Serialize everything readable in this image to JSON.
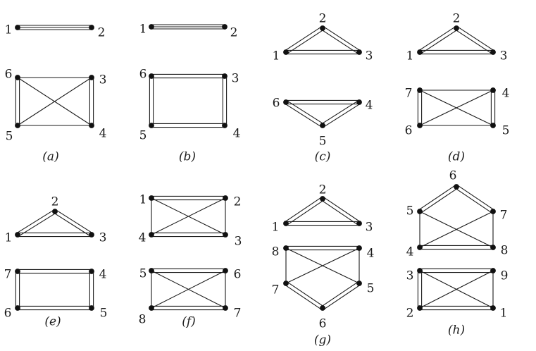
{
  "colors": {
    "ink": "#1a1a1a",
    "background": "#ffffff"
  },
  "panels": [
    {
      "label": "(a)",
      "vertices": [
        {
          "id": "1",
          "label": "1"
        },
        {
          "id": "2",
          "label": "2"
        },
        {
          "id": "3",
          "label": "3"
        },
        {
          "id": "4",
          "label": "4"
        },
        {
          "id": "5",
          "label": "5"
        },
        {
          "id": "6",
          "label": "6"
        }
      ],
      "edges": [
        {
          "from": "1",
          "to": "2",
          "kind": "triple"
        },
        {
          "from": "6",
          "to": "3",
          "kind": "single"
        },
        {
          "from": "5",
          "to": "4",
          "kind": "single"
        },
        {
          "from": "6",
          "to": "5",
          "kind": "double"
        },
        {
          "from": "3",
          "to": "4",
          "kind": "double"
        },
        {
          "from": "6",
          "to": "4",
          "kind": "single"
        },
        {
          "from": "5",
          "to": "3",
          "kind": "single"
        }
      ]
    },
    {
      "label": "(b)",
      "vertices": [
        {
          "id": "1",
          "label": "1"
        },
        {
          "id": "2",
          "label": "2"
        },
        {
          "id": "3",
          "label": "3"
        },
        {
          "id": "4",
          "label": "4"
        },
        {
          "id": "5",
          "label": "5"
        },
        {
          "id": "6",
          "label": "6"
        }
      ],
      "edges": [
        {
          "from": "1",
          "to": "2",
          "kind": "triple"
        },
        {
          "from": "6",
          "to": "3",
          "kind": "double"
        },
        {
          "from": "5",
          "to": "4",
          "kind": "double"
        },
        {
          "from": "6",
          "to": "5",
          "kind": "double"
        },
        {
          "from": "3",
          "to": "4",
          "kind": "double"
        }
      ]
    },
    {
      "label": "(c)",
      "vertices": [
        {
          "id": "1",
          "label": "1"
        },
        {
          "id": "2",
          "label": "2"
        },
        {
          "id": "3",
          "label": "3"
        },
        {
          "id": "4",
          "label": "4"
        },
        {
          "id": "5",
          "label": "5"
        },
        {
          "id": "6",
          "label": "6"
        }
      ],
      "edges": [
        {
          "from": "1",
          "to": "2",
          "kind": "double"
        },
        {
          "from": "2",
          "to": "3",
          "kind": "double"
        },
        {
          "from": "1",
          "to": "3",
          "kind": "double"
        },
        {
          "from": "6",
          "to": "4",
          "kind": "double"
        },
        {
          "from": "6",
          "to": "5",
          "kind": "double"
        },
        {
          "from": "4",
          "to": "5",
          "kind": "double"
        }
      ]
    },
    {
      "label": "(d)",
      "vertices": [
        {
          "id": "1",
          "label": "1"
        },
        {
          "id": "2",
          "label": "2"
        },
        {
          "id": "3",
          "label": "3"
        },
        {
          "id": "4",
          "label": "4"
        },
        {
          "id": "5",
          "label": "5"
        },
        {
          "id": "6",
          "label": "6"
        },
        {
          "id": "7",
          "label": "7"
        }
      ],
      "edges": [
        {
          "from": "1",
          "to": "2",
          "kind": "double"
        },
        {
          "from": "2",
          "to": "3",
          "kind": "double"
        },
        {
          "from": "1",
          "to": "3",
          "kind": "double"
        },
        {
          "from": "7",
          "to": "4",
          "kind": "single"
        },
        {
          "from": "6",
          "to": "5",
          "kind": "single"
        },
        {
          "from": "7",
          "to": "6",
          "kind": "double"
        },
        {
          "from": "4",
          "to": "5",
          "kind": "double"
        },
        {
          "from": "7",
          "to": "5",
          "kind": "single"
        },
        {
          "from": "6",
          "to": "4",
          "kind": "single"
        }
      ]
    },
    {
      "label": "(e)",
      "vertices": [
        {
          "id": "1",
          "label": "1"
        },
        {
          "id": "2",
          "label": "2"
        },
        {
          "id": "3",
          "label": "3"
        },
        {
          "id": "4",
          "label": "4"
        },
        {
          "id": "5",
          "label": "5"
        },
        {
          "id": "6",
          "label": "6"
        },
        {
          "id": "7",
          "label": "7"
        }
      ],
      "edges": [
        {
          "from": "1",
          "to": "2",
          "kind": "double"
        },
        {
          "from": "2",
          "to": "3",
          "kind": "double"
        },
        {
          "from": "1",
          "to": "3",
          "kind": "double"
        },
        {
          "from": "7",
          "to": "4",
          "kind": "double"
        },
        {
          "from": "6",
          "to": "5",
          "kind": "double"
        },
        {
          "from": "7",
          "to": "6",
          "kind": "double"
        },
        {
          "from": "4",
          "to": "5",
          "kind": "double"
        }
      ]
    },
    {
      "label": "(f)",
      "vertices": [
        {
          "id": "1",
          "label": "1"
        },
        {
          "id": "2",
          "label": "2"
        },
        {
          "id": "3",
          "label": "3"
        },
        {
          "id": "4",
          "label": "4"
        },
        {
          "id": "5",
          "label": "5"
        },
        {
          "id": "6",
          "label": "6"
        },
        {
          "id": "7",
          "label": "7"
        },
        {
          "id": "8",
          "label": "8"
        }
      ],
      "edges": [
        {
          "from": "1",
          "to": "2",
          "kind": "double"
        },
        {
          "from": "4",
          "to": "3",
          "kind": "double"
        },
        {
          "from": "1",
          "to": "4",
          "kind": "single"
        },
        {
          "from": "2",
          "to": "3",
          "kind": "single"
        },
        {
          "from": "1",
          "to": "3",
          "kind": "single"
        },
        {
          "from": "4",
          "to": "2",
          "kind": "single"
        },
        {
          "from": "5",
          "to": "6",
          "kind": "double"
        },
        {
          "from": "8",
          "to": "7",
          "kind": "double"
        },
        {
          "from": "5",
          "to": "8",
          "kind": "single"
        },
        {
          "from": "6",
          "to": "7",
          "kind": "single"
        },
        {
          "from": "5",
          "to": "7",
          "kind": "single"
        },
        {
          "from": "8",
          "to": "6",
          "kind": "single"
        }
      ]
    },
    {
      "label": "(g)",
      "vertices": [
        {
          "id": "1",
          "label": "1"
        },
        {
          "id": "2",
          "label": "2"
        },
        {
          "id": "3",
          "label": "3"
        },
        {
          "id": "4",
          "label": "4"
        },
        {
          "id": "5",
          "label": "5"
        },
        {
          "id": "6",
          "label": "6"
        },
        {
          "id": "7",
          "label": "7"
        },
        {
          "id": "8",
          "label": "8"
        }
      ],
      "edges": [
        {
          "from": "1",
          "to": "2",
          "kind": "double"
        },
        {
          "from": "2",
          "to": "3",
          "kind": "double"
        },
        {
          "from": "1",
          "to": "3",
          "kind": "double"
        },
        {
          "from": "8",
          "to": "4",
          "kind": "double"
        },
        {
          "from": "8",
          "to": "7",
          "kind": "single"
        },
        {
          "from": "4",
          "to": "5",
          "kind": "single"
        },
        {
          "from": "7",
          "to": "6",
          "kind": "double"
        },
        {
          "from": "6",
          "to": "5",
          "kind": "double"
        },
        {
          "from": "8",
          "to": "5",
          "kind": "single"
        },
        {
          "from": "4",
          "to": "7",
          "kind": "single"
        }
      ]
    },
    {
      "label": "(h)",
      "vertices": [
        {
          "id": "1",
          "label": "1"
        },
        {
          "id": "2",
          "label": "2"
        },
        {
          "id": "3",
          "label": "3"
        },
        {
          "id": "4",
          "label": "4"
        },
        {
          "id": "5",
          "label": "5"
        },
        {
          "id": "6",
          "label": "6"
        },
        {
          "id": "7",
          "label": "7"
        },
        {
          "id": "8",
          "label": "8"
        },
        {
          "id": "9",
          "label": "9"
        }
      ],
      "edges": [
        {
          "from": "5",
          "to": "6",
          "kind": "double"
        },
        {
          "from": "6",
          "to": "7",
          "kind": "double"
        },
        {
          "from": "5",
          "to": "4",
          "kind": "single"
        },
        {
          "from": "7",
          "to": "8",
          "kind": "single"
        },
        {
          "from": "4",
          "to": "8",
          "kind": "double"
        },
        {
          "from": "5",
          "to": "8",
          "kind": "single"
        },
        {
          "from": "4",
          "to": "7",
          "kind": "single"
        },
        {
          "from": "3",
          "to": "9",
          "kind": "double"
        },
        {
          "from": "2",
          "to": "1",
          "kind": "double"
        },
        {
          "from": "3",
          "to": "2",
          "kind": "double"
        },
        {
          "from": "9",
          "to": "1",
          "kind": "single"
        },
        {
          "from": "3",
          "to": "1",
          "kind": "single"
        },
        {
          "from": "2",
          "to": "9",
          "kind": "single"
        }
      ]
    }
  ]
}
